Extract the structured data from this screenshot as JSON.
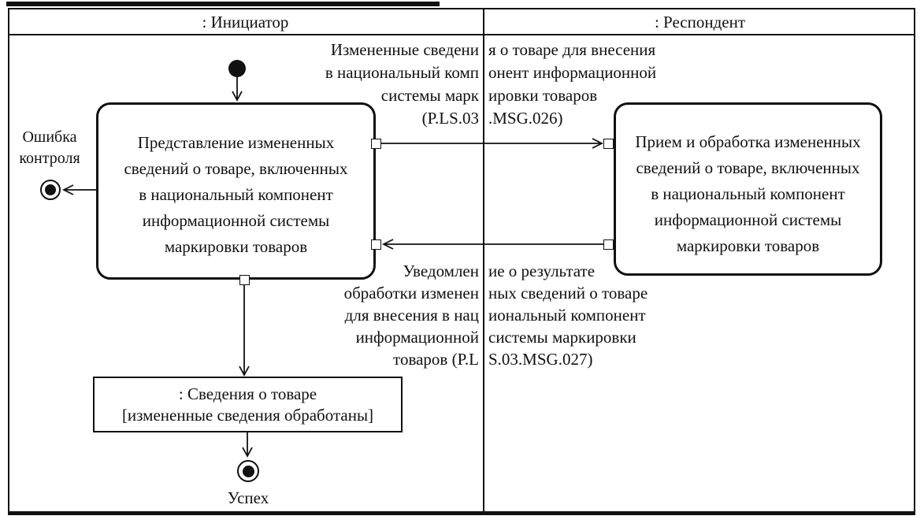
{
  "palette": {
    "ink": "#111111",
    "paper": "#ffffff"
  },
  "lanes": {
    "initiator": ": Инициатор",
    "respondent": ": Респондент"
  },
  "left_activity": {
    "lines": [
      "Представление измененных",
      "сведений о товаре, включенных",
      "в национальный компонент",
      "информационной системы",
      "маркировки товаров"
    ]
  },
  "right_activity": {
    "lines": [
      "Прием и обработка измененных",
      "сведений о товаре, включенных",
      "в национальный компонент",
      "информационной системы",
      "маркировки товаров"
    ]
  },
  "message_request": {
    "lines": [
      {
        "left": "Измененные сведени",
        "right": "я о товаре для внесения"
      },
      {
        "left": "в национальный комп",
        "right": "онент информационной"
      },
      {
        "left": "системы марк",
        "right": "ировки товаров"
      },
      {
        "left": "(P.LS.03",
        "right": ".MSG.026)"
      }
    ]
  },
  "message_response": {
    "lines": [
      {
        "left": "Уведомлен",
        "right": "ие о результате"
      },
      {
        "left": "обработки изменен",
        "right": "ных сведений о товаре"
      },
      {
        "left": "для внесения в нац",
        "right": "иональный компонент"
      },
      {
        "left": "информационной",
        "right": "системы маркировки"
      },
      {
        "left": "товаров (P.L",
        "right": "S.03.MSG.027)"
      }
    ]
  },
  "error_exit": {
    "lines": [
      "Ошибка",
      "контроля"
    ]
  },
  "object_node": {
    "lines": [
      ": Сведения о товаре",
      "[измененные сведения обработаны]"
    ]
  },
  "success_exit": {
    "label": "Успех"
  }
}
